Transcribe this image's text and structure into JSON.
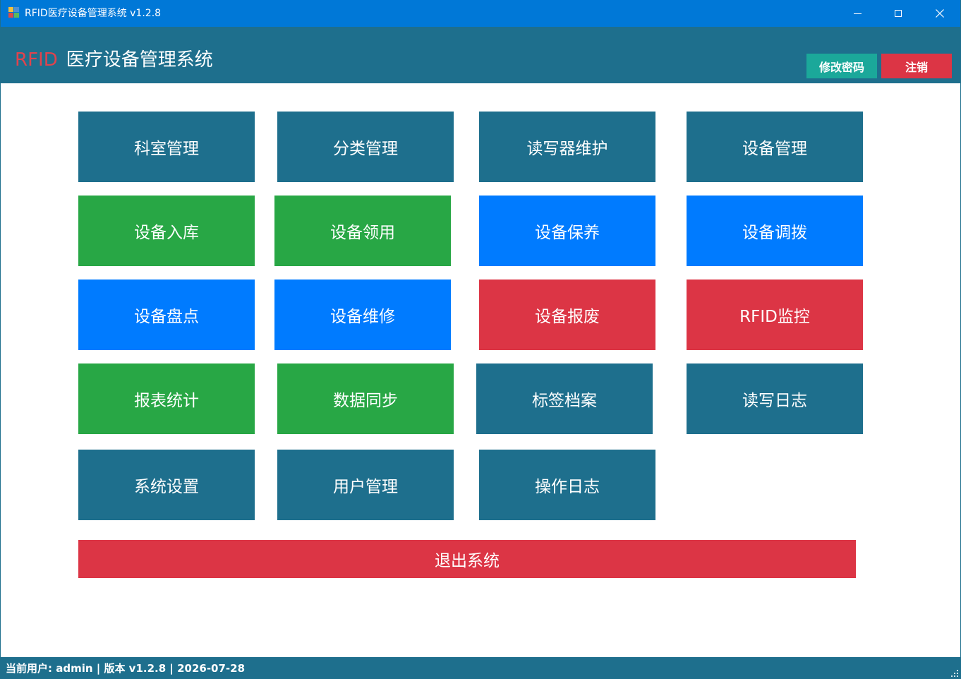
{
  "window": {
    "title": "RFID医疗设备管理系统 v1.2.8"
  },
  "header": {
    "brand_rfid": "RFID",
    "brand_name": "医疗设备管理系统",
    "change_password_label": "修改密码",
    "logout_label": "注销"
  },
  "tiles": {
    "dept": "科室管理",
    "category": "分类管理",
    "reader": "读写器维护",
    "equipment": "设备管理",
    "stock_in": "设备入库",
    "requisition": "设备领用",
    "maintenance": "设备保养",
    "transfer": "设备调拨",
    "inventory": "设备盘点",
    "repair": "设备维修",
    "scrap": "设备报废",
    "rfid_monitor": "RFID监控",
    "report": "报表统计",
    "data_sync": "数据同步",
    "tag_archive": "标签档案",
    "rw_log": "读写日志",
    "settings": "系统设置",
    "users": "用户管理",
    "op_log": "操作日志"
  },
  "exit_label": "退出系统",
  "status": {
    "text": "当前用户: admin | 版本 v1.2.8 | 2026-07-28"
  },
  "colors": {
    "teal": "#1e6f8d",
    "green": "#28a745",
    "blue": "#007bff",
    "red": "#dc3545",
    "titlebar": "#0078d7",
    "brand_red": "#e0434d",
    "pwd_button": "#1ba89a"
  }
}
